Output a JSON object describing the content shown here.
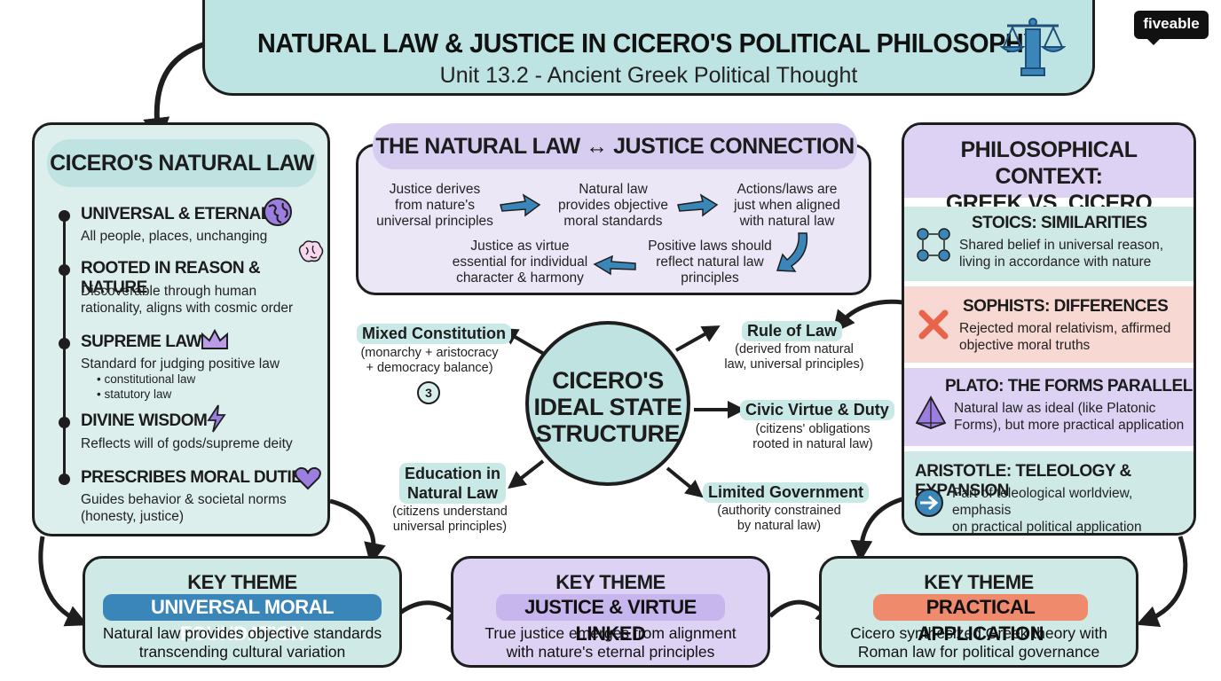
{
  "header": {
    "title": "NATURAL LAW & JUSTICE IN CICERO'S POLITICAL PHILOSOPHY",
    "subtitle": "Unit 13.2 - Ancient Greek Political Thought",
    "logo": "fiveable"
  },
  "left_panel": {
    "title": "CICERO'S NATURAL LAW",
    "items": [
      {
        "title": "UNIVERSAL & ETERNAL",
        "desc": [
          "All people, places, unchanging"
        ],
        "icon": "globe-icon"
      },
      {
        "title": "ROOTED IN REASON & NATURE",
        "desc": [
          "Discoverable through human",
          "rationality, aligns with cosmic order"
        ],
        "icon": "brain-icon"
      },
      {
        "title": "SUPREME LAW",
        "desc": [
          "Standard for judging positive law"
        ],
        "subitems": [
          "constitutional law",
          "statutory law"
        ],
        "icon": "crown-icon"
      },
      {
        "title": "DIVINE WISDOM",
        "desc": [
          "Reflects will of gods/supreme deity"
        ],
        "icon": "lightning-icon"
      },
      {
        "title": "PRESCRIBES MORAL DUTIES",
        "desc": [
          "Guides behavior & societal norms",
          "(honesty, justice)"
        ],
        "icon": "heart-icon"
      }
    ]
  },
  "connection": {
    "title": "THE NATURAL LAW ↔ JUSTICE CONNECTION",
    "steps": [
      [
        "Justice derives",
        "from nature's",
        "universal principles"
      ],
      [
        "Natural law",
        "provides objective",
        "moral standards"
      ],
      [
        "Actions/laws are",
        "just when aligned",
        "with natural law"
      ],
      [
        "Positive laws should",
        "reflect natural law",
        "principles"
      ],
      [
        "Justice as virtue",
        "essential for individual",
        "character & harmony"
      ]
    ]
  },
  "hub": {
    "label": [
      "CICERO'S",
      "IDEAL STATE",
      "STRUCTURE"
    ],
    "nodes": [
      {
        "label": "Mixed Constitution",
        "desc": [
          "(monarchy + aristocracy",
          "+ democracy balance)"
        ],
        "badge": "3"
      },
      {
        "label": "Rule of Law",
        "desc": [
          "(derived from natural",
          "law, universal principles)"
        ]
      },
      {
        "label": "Civic Virtue & Duty",
        "desc": [
          "(citizens' obligations",
          "rooted in natural law)"
        ]
      },
      {
        "label": "Limited Government",
        "desc": [
          "(authority constrained",
          "by natural law)"
        ]
      },
      {
        "label_lines": [
          "Education in",
          "Natural Law"
        ],
        "desc": [
          "(citizens understand",
          "universal principles)"
        ]
      }
    ]
  },
  "context": {
    "title": [
      "PHILOSOPHICAL CONTEXT:",
      "GREEK VS. CICERO"
    ],
    "blocks": [
      {
        "title": "STOICS: SIMILARITIES",
        "desc": [
          "Shared belief in universal reason,",
          "living in accordance with nature"
        ],
        "icon": "cycle-icon",
        "color": "#cfe9e6"
      },
      {
        "title": "SOPHISTS: DIFFERENCES",
        "desc": [
          "Rejected moral relativism, affirmed",
          "objective moral truths"
        ],
        "icon": "cross-icon",
        "color": "#f8d8d3"
      },
      {
        "title": "PLATO: THE FORMS PARALLEL",
        "desc": [
          "Natural law as ideal (like Platonic",
          "Forms), but more practical application"
        ],
        "icon": "pyramid-icon",
        "color": "#ddd2f3"
      },
      {
        "title": "ARISTOTLE: TELEOLOGY & EXPANSION",
        "desc": [
          "Part of teleological worldview, emphasis",
          "on practical political application"
        ],
        "icon": "arrow-circle-icon",
        "color": "#cfe9e6"
      }
    ]
  },
  "themes": [
    {
      "heading": "KEY THEME",
      "pill": "UNIVERSAL MORAL FOUNDATION",
      "text": [
        "Natural law provides objective standards",
        "transcending cultural variation"
      ],
      "bg": "#cfe9e6",
      "pill_bg": "#3a86b8",
      "pill_color": "#ffffff"
    },
    {
      "heading": "KEY THEME",
      "pill": "JUSTICE & VIRTUE LINKED",
      "text": [
        "True justice emerges from alignment",
        "with nature's eternal principles"
      ],
      "bg": "#ddd2f3",
      "pill_bg": "#c7b6ee",
      "pill_color": "#111111"
    },
    {
      "heading": "KEY THEME",
      "pill": "PRACTICAL APPLICATION",
      "text": [
        "Cicero synthesized Greek theory with",
        "Roman law for political governance"
      ],
      "bg": "#cfe9e6",
      "pill_bg": "#f08a6c",
      "pill_color": "#111111"
    }
  ]
}
